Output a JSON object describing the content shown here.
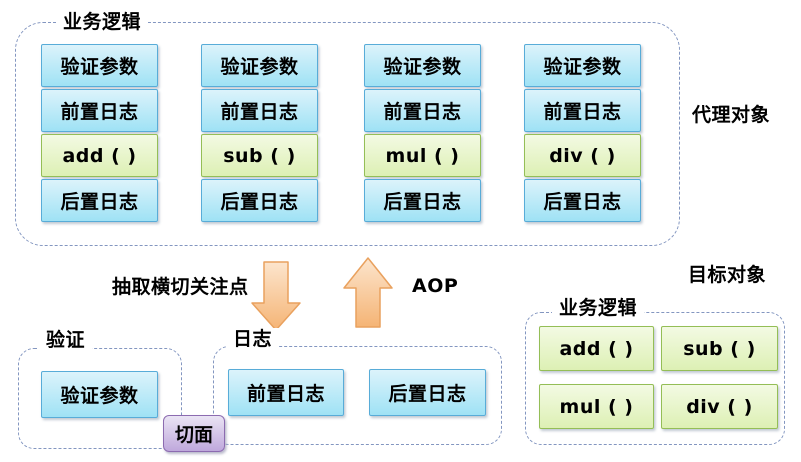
{
  "colors": {
    "blue_box_top": "#DCF3FB",
    "blue_box_bottom": "#9FE2F5",
    "blue_border": "#58ACD8",
    "green_box_top": "#F3FAE3",
    "green_box_bottom": "#DDF0B4",
    "green_border": "#94BE56",
    "purple_box_top": "#EAE4F4",
    "purple_box_bottom": "#BFA8DC",
    "purple_border": "#8C6BB0",
    "arrow_fill_top": "#FCE5CD",
    "arrow_fill_bottom": "#F5B475",
    "arrow_border": "#E9A15E",
    "dashed_border": "#8396C0",
    "text": "#000000"
  },
  "proxy": {
    "container_label": "业务逻辑",
    "side_label": "代理对象",
    "columns": [
      {
        "cells": [
          "验证参数",
          "前置日志",
          "add ( )",
          "后置日志"
        ]
      },
      {
        "cells": [
          "验证参数",
          "前置日志",
          "sub ( )",
          "后置日志"
        ]
      },
      {
        "cells": [
          "验证参数",
          "前置日志",
          "mul ( )",
          "后置日志"
        ]
      },
      {
        "cells": [
          "验证参数",
          "前置日志",
          "div ( )",
          "后置日志"
        ]
      }
    ]
  },
  "middle": {
    "extract_label": "抽取横切关注点",
    "aop_label": "AOP"
  },
  "aspects": {
    "aspect_tag": "切面",
    "validation_group": {
      "label": "验证",
      "cells": [
        "验证参数"
      ]
    },
    "log_group": {
      "label": "日志",
      "cells": [
        "前置日志",
        "后置日志"
      ]
    }
  },
  "target": {
    "side_label": "目标对象",
    "container_label": "业务逻辑",
    "methods": [
      "add ( )",
      "sub ( )",
      "mul ( )",
      "div ( )"
    ]
  }
}
